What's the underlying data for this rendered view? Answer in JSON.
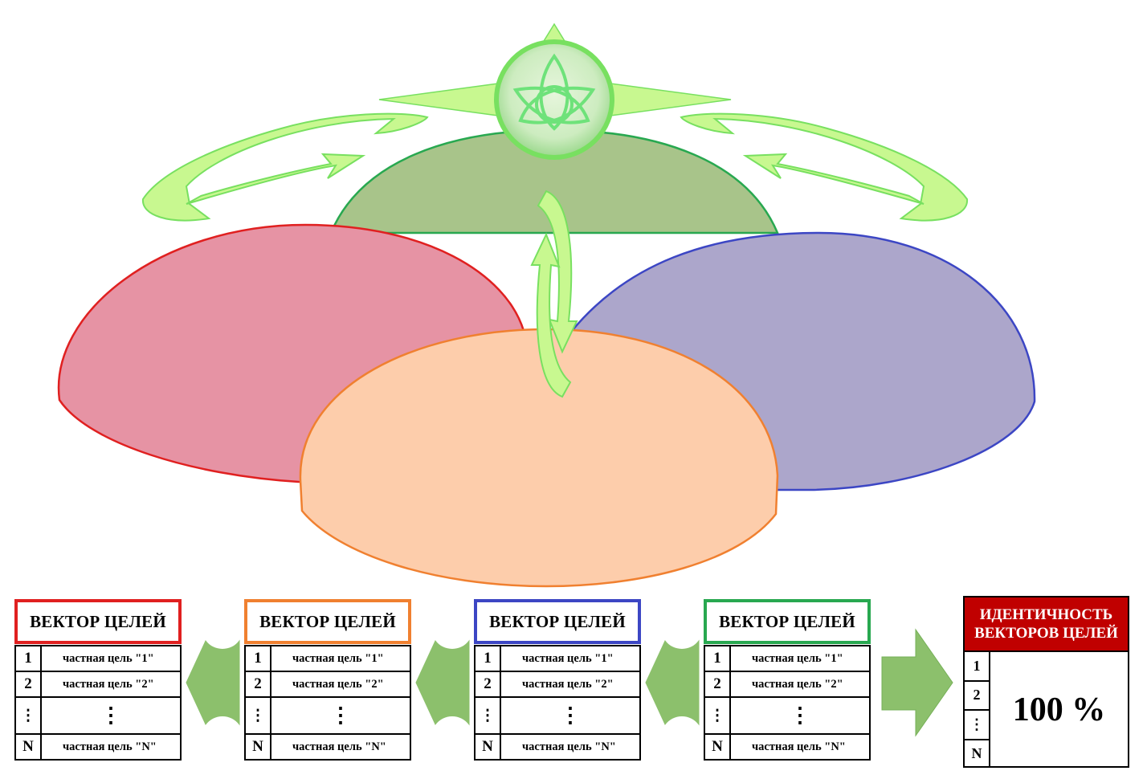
{
  "colors": {
    "red": "#e02020",
    "red_fill": "#e693a4",
    "orange": "#f08030",
    "orange_fill": "#fdcdab",
    "blue": "#3c46c4",
    "blue_fill": "#aca6cb",
    "green": "#28a850",
    "green_fill": "#a8c48a",
    "arrow_green": "#c8f890",
    "arrow_edge": "#78e060",
    "connector": "#8cc06c",
    "identity_header": "#c00000"
  },
  "icons": {
    "top": "triquetra-icon",
    "connectors": "double-arrow-icon",
    "result": "right-arrow-icon"
  },
  "vectors": [
    {
      "id": "red",
      "title": "ВЕКТОР ЦЕЛЕЙ",
      "rows": [
        {
          "num": "1",
          "text": "частная цель \"1\""
        },
        {
          "num": "2",
          "text": "частная цель \"2\""
        },
        {
          "num": "⋮",
          "text": "⋮"
        },
        {
          "num": "N",
          "text": "частная цель \"N\""
        }
      ]
    },
    {
      "id": "orange",
      "title": "ВЕКТОР ЦЕЛЕЙ",
      "rows": [
        {
          "num": "1",
          "text": "частная цель \"1\""
        },
        {
          "num": "2",
          "text": "частная цель \"2\""
        },
        {
          "num": "⋮",
          "text": "⋮"
        },
        {
          "num": "N",
          "text": "частная цель \"N\""
        }
      ]
    },
    {
      "id": "blue",
      "title": "ВЕКТОР ЦЕЛЕЙ",
      "rows": [
        {
          "num": "1",
          "text": "частная цель \"1\""
        },
        {
          "num": "2",
          "text": "частная цель \"2\""
        },
        {
          "num": "⋮",
          "text": "⋮"
        },
        {
          "num": "N",
          "text": "частная цель \"N\""
        }
      ]
    },
    {
      "id": "green",
      "title": "ВЕКТОР ЦЕЛЕЙ",
      "rows": [
        {
          "num": "1",
          "text": "частная цель \"1\""
        },
        {
          "num": "2",
          "text": "частная цель \"2\""
        },
        {
          "num": "⋮",
          "text": "⋮"
        },
        {
          "num": "N",
          "text": "частная цель \"N\""
        }
      ]
    }
  ],
  "identity": {
    "title_line1": "ИДЕНТИЧНОСТЬ",
    "title_line2": "ВЕКТОРОВ ЦЕЛЕЙ",
    "rows": [
      "1",
      "2",
      "⋮",
      "N"
    ],
    "value": "100 %"
  }
}
